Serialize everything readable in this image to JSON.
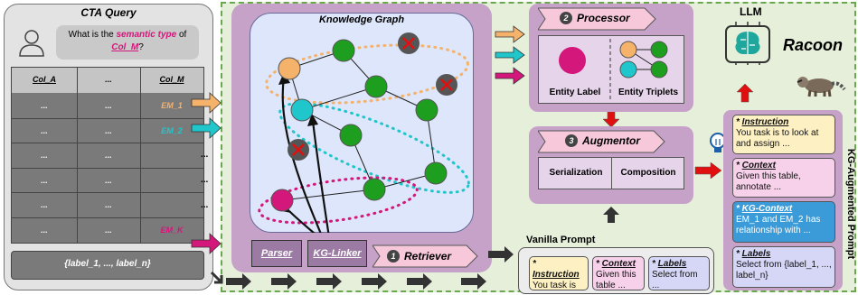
{
  "cta": {
    "title": "CTA Query",
    "question_prefix": "What is the ",
    "question_em": "semantic type",
    "question_of": " of ",
    "question_col": "Col_M",
    "question_end": "?",
    "headers": [
      "Col_A",
      "...",
      "Col_M"
    ],
    "rows": [
      [
        "...",
        "...",
        "EM_1"
      ],
      [
        "...",
        "...",
        "EM_2"
      ],
      [
        "...",
        "...",
        ""
      ],
      [
        "...",
        "...",
        ""
      ],
      [
        "...",
        "...",
        ""
      ],
      [
        "...",
        "...",
        "EM_K"
      ]
    ],
    "labels_text": "{label_1, ..., label_n}"
  },
  "kg": {
    "title": "Knowledge Graph",
    "parser": "Parser",
    "linker": "KG-Linker",
    "retriever_num": "1",
    "retriever": "Retriever"
  },
  "processor": {
    "num": "2",
    "title": "Processor",
    "entity_label": "Entity Label",
    "entity_triplets": "Entity Triplets"
  },
  "augmentor": {
    "num": "3",
    "title": "Augmentor",
    "serialization": "Serialization",
    "composition": "Composition"
  },
  "vanilla": {
    "title": "Vanilla Prompt",
    "instruction_head": "Instruction",
    "instruction_body": "You task is to look at ...",
    "context_head": "Context",
    "context_body": "Given this table ...",
    "labels_head": "Labels",
    "labels_body": "Select from ..."
  },
  "llm": {
    "title": "LLM",
    "racoon": "Racoon"
  },
  "kg_prompt": {
    "side_title": "KG-Augmented Prompt",
    "instruction_head": "Instruction",
    "instruction_body": "You task is to look at and assign ...",
    "context_head": "Context",
    "context_body": "Given this table, annotate ...",
    "kgcontext_head": "KG-Context",
    "kgcontext_body": "EM_1 and EM_2 has relationship with ...",
    "labels_head": "Labels",
    "labels_body": "Select from {label_1, ..., label_n}"
  },
  "dots": [
    "...",
    "...",
    "..."
  ],
  "colors": {
    "orange": "#f4b26b",
    "cyan": "#1fc7cc",
    "magenta": "#d4177a",
    "green_node": "#1e9e1e",
    "purple": "#c6a2c9",
    "red_arrow": "#e01010"
  }
}
